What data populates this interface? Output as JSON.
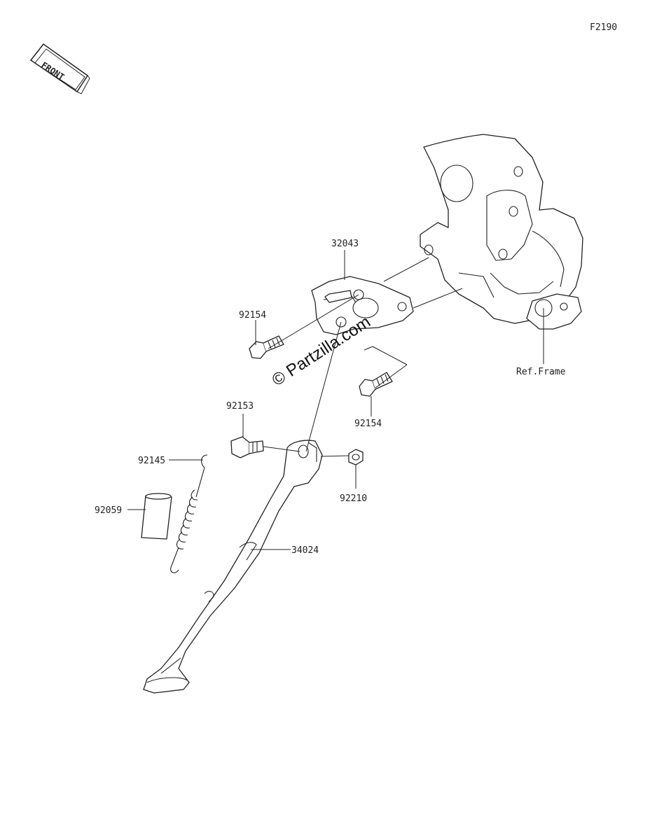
{
  "diagram": {
    "figure_code": "F2190",
    "front_label": "FRONT",
    "watermark": "© Partzilla.com",
    "ref_label": "Ref.Frame",
    "parts": [
      {
        "number": "32043"
      },
      {
        "number": "92154"
      },
      {
        "number": "92154"
      },
      {
        "number": "92153"
      },
      {
        "number": "92145"
      },
      {
        "number": "92059"
      },
      {
        "number": "34024"
      },
      {
        "number": "92210"
      }
    ]
  }
}
